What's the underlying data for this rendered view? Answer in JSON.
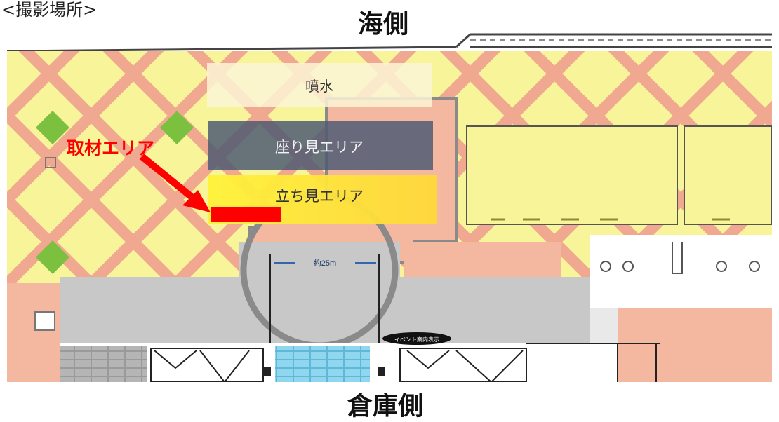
{
  "header": {
    "location_label": "<撮影場所>"
  },
  "orientation": {
    "top_label": "海側",
    "bottom_label": "倉庫側"
  },
  "zones": {
    "fountain": "噴水",
    "seated_area": "座り見エリア",
    "standing_area": "立ち見エリア",
    "press_area": "取材エリア"
  },
  "dimension_label": "約25m",
  "event_sign": "イベント案内表示",
  "colors": {
    "plaza_yellow": "#f7f49a",
    "diagonal_band": "#f0a890",
    "salmon": "#f4b8a0",
    "gray_floor": "#c8c8c8",
    "seated_overlay": "#4f5a73",
    "standing_overlay": "#ffe94a",
    "press_red": "#ff0000",
    "green_tile": "#7cc040",
    "blue_tile": "#7fd0ea",
    "brick_gray": "#9a9a9a"
  },
  "icons": {
    "arrow": "arrow-icon"
  }
}
